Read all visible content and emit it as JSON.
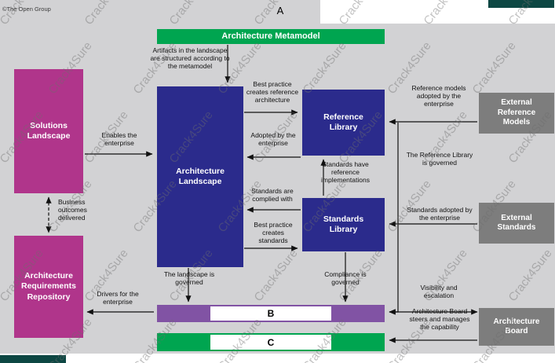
{
  "watermark": "Crack4Sure",
  "copyright": "©The Open Group",
  "placeholders": {
    "a": "A",
    "b": "B",
    "c": "C"
  },
  "boxes": {
    "metamodel": "Architecture Metamodel",
    "landscape": "Architecture Landscape",
    "reference_library": "Reference Library",
    "standards_library": "Standards Library",
    "solutions_landscape": "Solutions Landscape",
    "requirements_repository": "Architecture Requirements Repository",
    "external_reference_models": "External Reference Models",
    "external_standards": "External Standards",
    "architecture_board": "Architecture Board"
  },
  "annotations": {
    "artifacts": "Artifacts in the landscape are structured according to the metamodel",
    "best_practice_reference": "Best practice creates reference architecture",
    "adopted": "Adopted by the enterprise",
    "standards_reference_impl": "Standards have reference implementations",
    "standards_complied": "Standards are complied with",
    "best_practice_standards": "Best practice creates standards",
    "enables": "Enables the enterprise",
    "business_outcomes": "Business outcomes delivered",
    "landscape_governed": "The landscape is governed",
    "compliance_governed": "Compliance is governed",
    "drivers": "Drivers for the enterprise",
    "reference_models_adopted": "Reference models adopted by the enterprise",
    "reference_library_governed": "The Reference Library is governed",
    "standards_adopted": "Standards adopted by the enterprise",
    "visibility": "Visibility and escalation",
    "board_steers": "Architecture Board steers and manages the capability"
  },
  "colors": {
    "green": "#00a550",
    "indigo": "#2b2b8c",
    "magenta": "#b0358b",
    "purple": "#8153a4",
    "box_gray": "#7d7d7d",
    "canvas_gray": "#d2d2d4",
    "corner_teal": "#0d4743"
  }
}
